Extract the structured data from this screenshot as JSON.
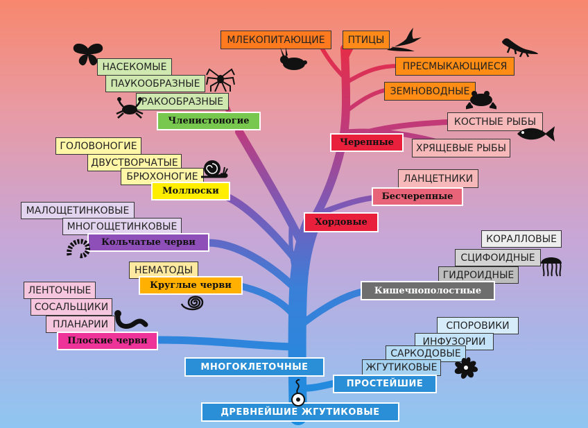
{
  "colors": {
    "trunk_blue": "#1e88d8",
    "chordate_red": "#e8203c",
    "purple": "#7a4fb0",
    "craniates": "#e8203c",
    "arthropods_green": "#78c850",
    "mollusk_yellow": "#ffee00",
    "annelid_purple": "#8e4fb8",
    "roundworm_orange": "#ffb000",
    "flatworm_pink": "#ee3399",
    "cnidaria_gray": "#6a6a6a",
    "protist_blue": "#2a8fd6"
  },
  "labels": {
    "mammals": "МЛЕКОПИТАЮЩИЕ",
    "birds": "ПТИЦЫ",
    "reptiles": "ПРЕСМЫКАЮЩИЕСЯ",
    "amphibians": "ЗЕМНОВОДНЫЕ",
    "bony_fish": "КОСТНЫЕ РЫБЫ",
    "cartilaginous_fish": "ХРЯЩЕВЫЕ РЫБЫ",
    "craniates": "Черепные",
    "lancelets": "ЛАНЦЕТНИКИ",
    "acraniates": "Бесчерепные",
    "chordates": "Хордовые",
    "insects": "НАСЕКОМЫЕ",
    "arachnids": "ПАУКООБРАЗНЫЕ",
    "crustaceans": "РАКООБРАЗНЫЕ",
    "arthropods": "Членистоногие",
    "cephalopods": "ГОЛОВОНОГИЕ",
    "bivalves": "ДВУСТВОРЧАТЫЕ",
    "gastropods": "БРЮХОНОГИЕ",
    "mollusks": "Моллюски",
    "oligochaetes": "МАЛОЩЕТИНКОВЫЕ",
    "polychaetes": "МНОГОЩЕТИНКОВЫЕ",
    "annelids": "Кольчатые черви",
    "nematodes": "НЕМАТОДЫ",
    "roundworms": "Круглые черви",
    "corals": "КОРАЛЛОВЫЕ",
    "scyphozoa": "СЦИФОИДНЫЕ",
    "hydrozoa": "ГИДРОИДНЫЕ",
    "cnidaria": "Кишечнополостные",
    "tapeworms": "ЛЕНТОЧНЫЕ",
    "flukes": "СОСАЛЬЩИКИ",
    "planarians": "ПЛАНАРИИ",
    "flatworms": "Плоские черви",
    "sporozoa": "СПОРОВИКИ",
    "ciliates": "ИНФУЗОРИИ",
    "sarcodina": "САРКОДОВЫЕ",
    "flagellates": "ЖГУТИКОВЫЕ",
    "multicellular": "МНОГОКЛЕТОЧНЫЕ",
    "protozoa": "ПРОСТЕЙШИЕ",
    "ancient_flagellates": "ДРЕВНЕЙШИЕ ЖГУТИКОВЫЕ"
  },
  "icons": [
    "butterfly-icon",
    "spider-icon",
    "crab-icon",
    "snail-icon",
    "rabbit-icon",
    "bird-icon",
    "lizard-icon",
    "frog-icon",
    "fish-icon",
    "centipede-icon",
    "spiral-worm-icon",
    "worm-icon",
    "jellyfish-icon",
    "amoeba-icon",
    "flagellate-cell-icon"
  ]
}
